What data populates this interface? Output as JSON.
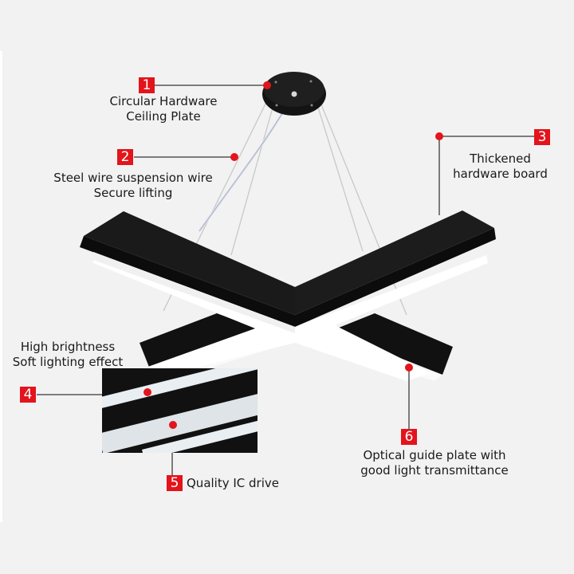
{
  "background_color": "#f2f2f2",
  "accent_color": "#e3141b",
  "callouts": [
    {
      "number": "1",
      "lines": [
        "Circular Hardware",
        "Ceiling Plate"
      ]
    },
    {
      "number": "2",
      "lines": [
        "Steel wire suspension wire",
        "Secure lifting"
      ]
    },
    {
      "number": "3",
      "lines": [
        "Thickened",
        "hardware board"
      ]
    },
    {
      "number": "4",
      "lines": [
        "High brightness",
        "Soft lighting effect"
      ]
    },
    {
      "number": "5",
      "lines": [
        "Quality IC drive"
      ]
    },
    {
      "number": "6",
      "lines": [
        "Optical guide plate with",
        "good light transmittance"
      ]
    }
  ],
  "product": {
    "type": "X-shaped LED pendant light",
    "housing_color": "#111111",
    "diffuser_color": "#ffffff"
  }
}
